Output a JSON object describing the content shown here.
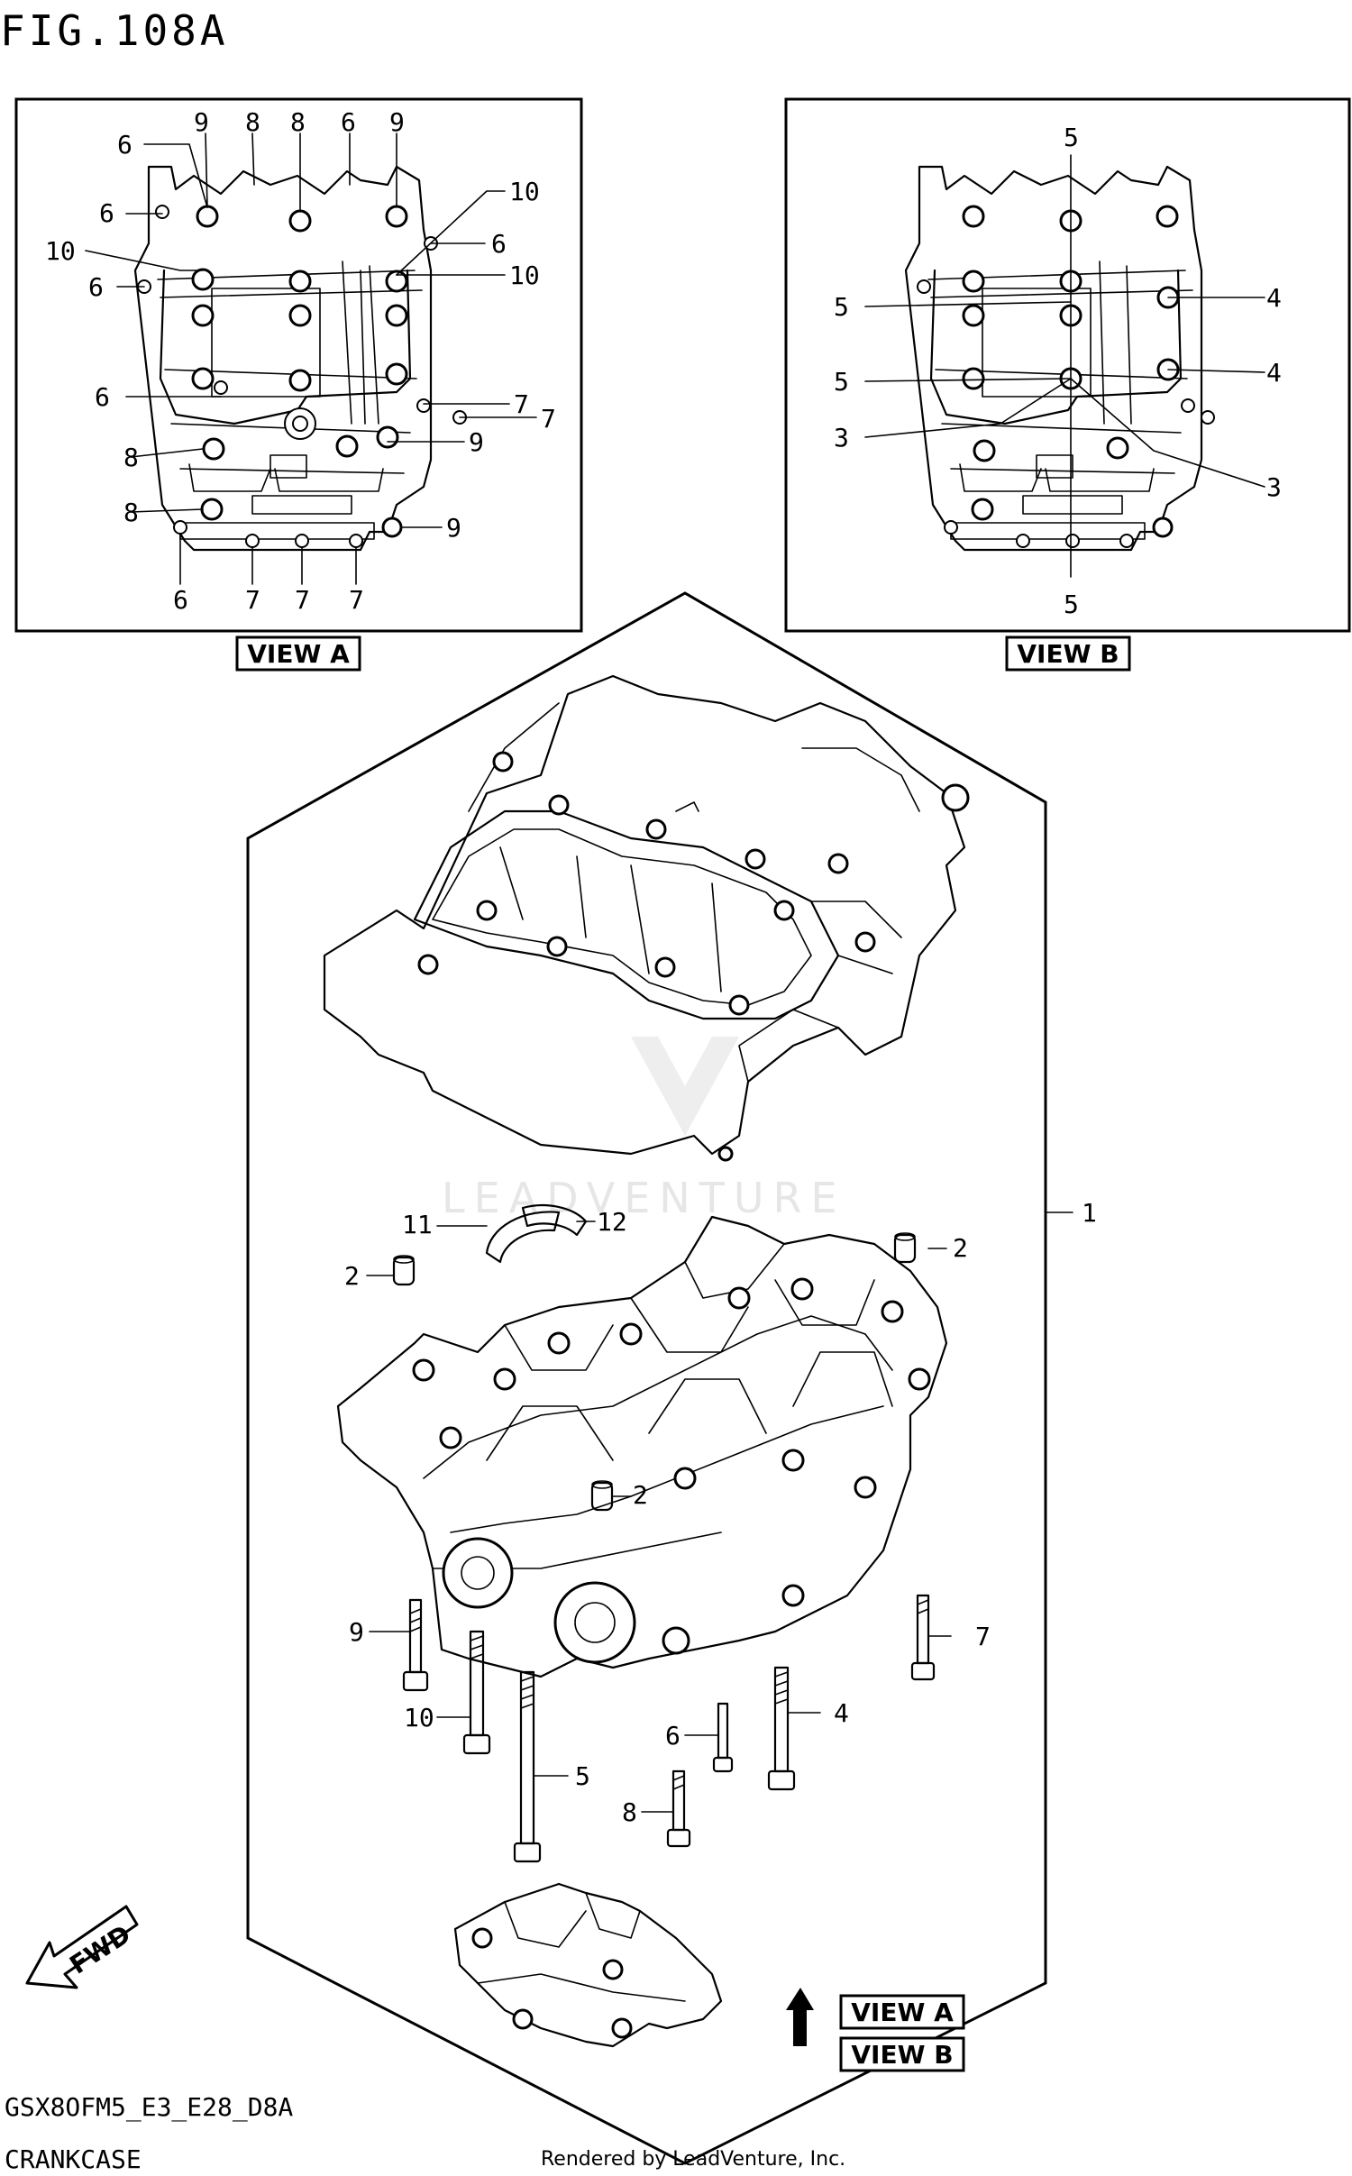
{
  "figure": {
    "title": "FIG.108A",
    "model_code": "GSX8OFM5_E3_E28_D8A",
    "section_name": "CRANKCASE",
    "rendered_by": "Rendered by LeadVenture, Inc.",
    "watermark": "LEADVENTURE"
  },
  "views": {
    "view_a_label": "VIEW A",
    "view_b_label": "VIEW B",
    "fwd_label": "FWD"
  },
  "view_a_callouts": [
    "9",
    "6",
    "8",
    "6",
    "9",
    "6",
    "10",
    "10",
    "6",
    "6",
    "10",
    "6",
    "7",
    "7",
    "8",
    "9",
    "8",
    "9",
    "6",
    "7",
    "7",
    "7"
  ],
  "view_b_callouts": [
    "5",
    "5",
    "4",
    "5",
    "4",
    "3",
    "3",
    "5"
  ],
  "main_callouts": [
    "1",
    "2",
    "11",
    "12",
    "2",
    "2",
    "9",
    "7",
    "10",
    "4",
    "6",
    "5",
    "8"
  ],
  "colors": {
    "line": "#000000",
    "background": "#ffffff",
    "watermark": "#e6e6e6"
  }
}
